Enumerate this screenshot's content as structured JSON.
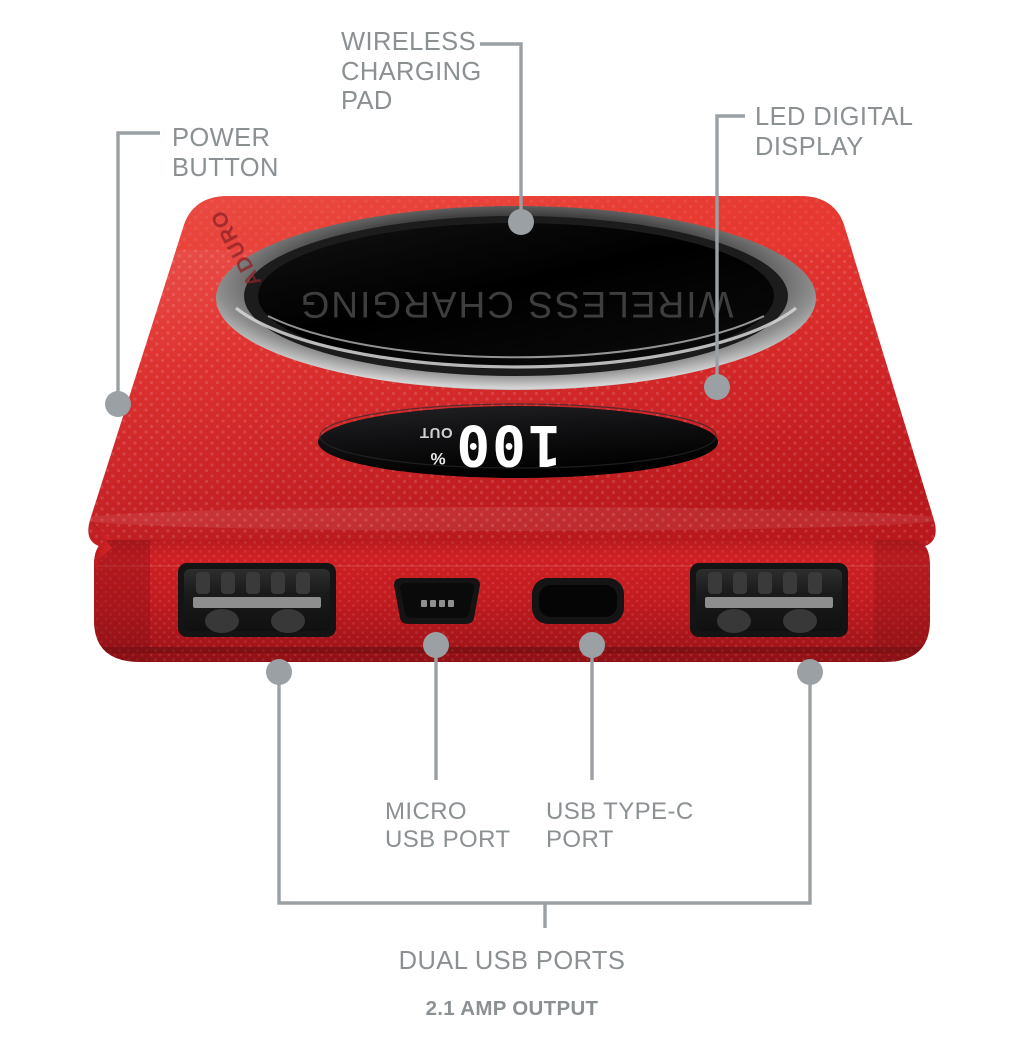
{
  "page": {
    "background": "#ffffff",
    "callout_color": "#8b9093",
    "product_color": "#d81f26"
  },
  "product": {
    "brand": "ADURO",
    "wireless_pad_text": "WIRELESS CHARGING",
    "display": {
      "value": "100",
      "percent_label": "%",
      "out_label": "OUT"
    }
  },
  "callouts": {
    "power_button": "POWER\nBUTTON",
    "wireless_pad": "WIRELESS\nCHARGING\nPAD",
    "led_display": "LED DIGITAL\nDISPLAY",
    "micro_usb": "MICRO\nUSB PORT",
    "usb_type_c": "USB TYPE-C\nPORT",
    "dual_usb_line1": "DUAL USB PORTS",
    "dual_usb_line2": "2.1 AMP OUTPUT"
  }
}
